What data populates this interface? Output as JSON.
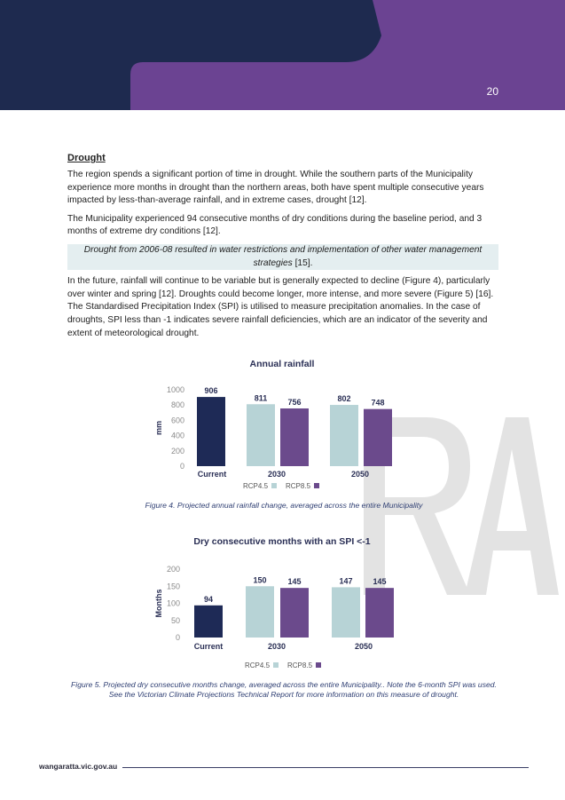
{
  "header": {
    "page_number": "20"
  },
  "section": {
    "heading": "Drought",
    "paragraphs": [
      "The region spends a significant portion of time in drought. While the southern parts of the Municipality experience more months in drought than the northern areas, both have spent multiple consecutive years impacted by less-than-average rainfall, and in extreme cases, drought  [12].",
      "The Municipality experienced 94 consecutive months of dry conditions during the baseline period, and 3 months of extreme dry conditions [12]."
    ],
    "callout": {
      "text": "Drought from 2006-08 resulted in water restrictions and implementation of other water management strategies",
      "ref": " [15]."
    },
    "paragraph3": "In the future, rainfall will continue to be variable but is generally expected to decline (Figure 4), particularly over winter and spring [12]. Droughts could become longer, more intense, and more severe (Figure 5) [16]. The Standardised Precipitation Index (SPI) is utilised to measure precipitation anomalies. In the case of droughts, SPI less than -1 indicates severe rainfall deficiencies, which are an indicator of the severity and extent of meteorological drought."
  },
  "chart_data": [
    {
      "type": "bar",
      "title": "Annual rainfall",
      "ylabel": "mm",
      "ylim": [
        0,
        1000
      ],
      "yticks": [
        0,
        200,
        400,
        600,
        800,
        1000
      ],
      "categories": [
        "Current",
        "2030",
        "2050"
      ],
      "bars": [
        {
          "group": "Current",
          "series": "Current",
          "value": 906,
          "label": "906"
        },
        {
          "group": "2030",
          "series": "RCP4.5",
          "value": 811,
          "label": "811"
        },
        {
          "group": "2030",
          "series": "RCP8.5",
          "value": 756,
          "label": "756"
        },
        {
          "group": "2050",
          "series": "RCP4.5",
          "value": 802,
          "label": "802"
        },
        {
          "group": "2050",
          "series": "RCP8.5",
          "value": 748,
          "label": "748"
        }
      ],
      "legend": [
        {
          "name": "RCP4.5",
          "color": "#b7d3d6"
        },
        {
          "name": "RCP8.5",
          "color": "#6b4a8c"
        }
      ],
      "colors": {
        "Current": "#1e2a56",
        "RCP4.5": "#b7d3d6",
        "RCP8.5": "#6b4a8c"
      },
      "caption": "Figure 4. Projected annual rainfall change, averaged across the entire Municipality"
    },
    {
      "type": "bar",
      "title": "Dry consecutive months with an SPI <-1",
      "ylabel": "Months",
      "ylim": [
        0,
        200
      ],
      "yticks": [
        0,
        50,
        100,
        150,
        200
      ],
      "categories": [
        "Current",
        "2030",
        "2050"
      ],
      "bars": [
        {
          "group": "Current",
          "series": "Current",
          "value": 94,
          "label": "94"
        },
        {
          "group": "2030",
          "series": "RCP4.5",
          "value": 150,
          "label": "150"
        },
        {
          "group": "2030",
          "series": "RCP8.5",
          "value": 145,
          "label": "145"
        },
        {
          "group": "2050",
          "series": "RCP4.5",
          "value": 147,
          "label": "147"
        },
        {
          "group": "2050",
          "series": "RCP8.5",
          "value": 145,
          "label": "145"
        }
      ],
      "legend": [
        {
          "name": "RCP4.5",
          "color": "#b7d3d6"
        },
        {
          "name": "RCP8.5",
          "color": "#6b4a8c"
        }
      ],
      "colors": {
        "Current": "#1e2a56",
        "RCP4.5": "#b7d3d6",
        "RCP8.5": "#6b4a8c"
      },
      "caption": "Figure 5. Projected dry consecutive months change, averaged across the entire Municipality.. Note the 6-month SPI was used. See the Victorian Climate Projections Technical Report for more information on this measure of drought."
    }
  ],
  "footer": {
    "url": "wangaratta.vic.gov.au"
  },
  "colors": {
    "navy": "#1e2a4f",
    "purple": "#6b4392"
  }
}
